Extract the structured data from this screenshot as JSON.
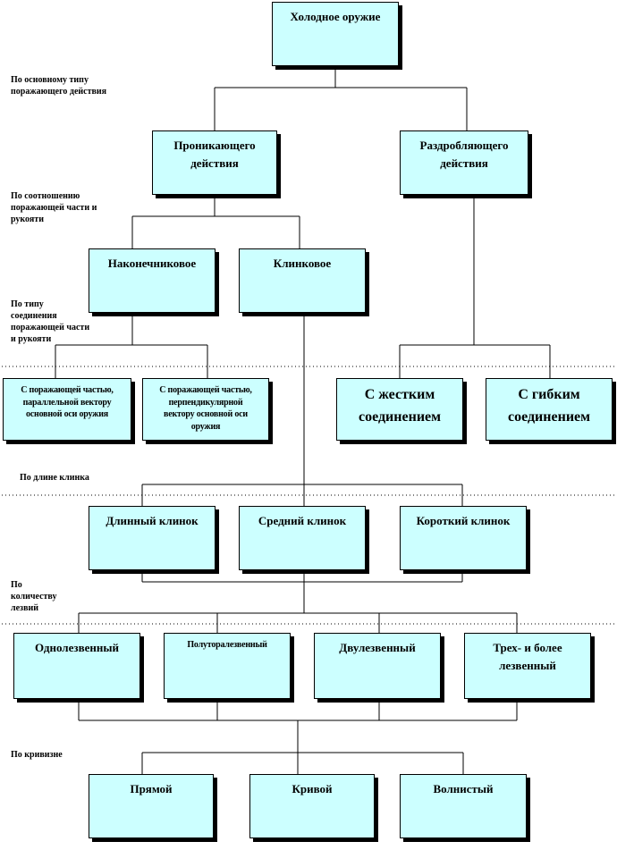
{
  "boxes": {
    "root": "Холодное оружие",
    "penetrating": [
      "Проникающего",
      "действия"
    ],
    "crushing": [
      "Раздробляющего",
      "действия"
    ],
    "tip": "Наконечниковое",
    "blade": "Клинковое",
    "parallel": [
      "С поражающей частью,",
      "параллельной вектору",
      "основной оси оружия"
    ],
    "perpendicular": [
      "С поражающей частью,",
      "перпендикулярной",
      "вектору основной оси",
      "оружия"
    ],
    "rigid": [
      "С жестким",
      "соединением"
    ],
    "flexible": [
      "С гибким",
      "соединением"
    ],
    "long": "Длинный клинок",
    "medium": "Средний клинок",
    "short": "Короткий клинок",
    "single": "Однолезвенный",
    "oneandhalf": "Полуторалезвенный",
    "double": "Двулезвенный",
    "triple": [
      "Трех- и более",
      "лезвенный"
    ],
    "straight": "Прямой",
    "curved": "Кривой",
    "wavy": "Волнистый"
  },
  "labels": {
    "l1": [
      "По основному типу",
      "поражающего действия"
    ],
    "l2": [
      "По соотношению",
      "поражающей части и",
      "рукояти"
    ],
    "l3": [
      "По типу",
      "соединения",
      "поражающей части",
      "и рукояти"
    ],
    "l4": "По длине клинка",
    "l5": [
      "По",
      "количеству",
      "лезвий"
    ],
    "l6": "По кривизне"
  }
}
